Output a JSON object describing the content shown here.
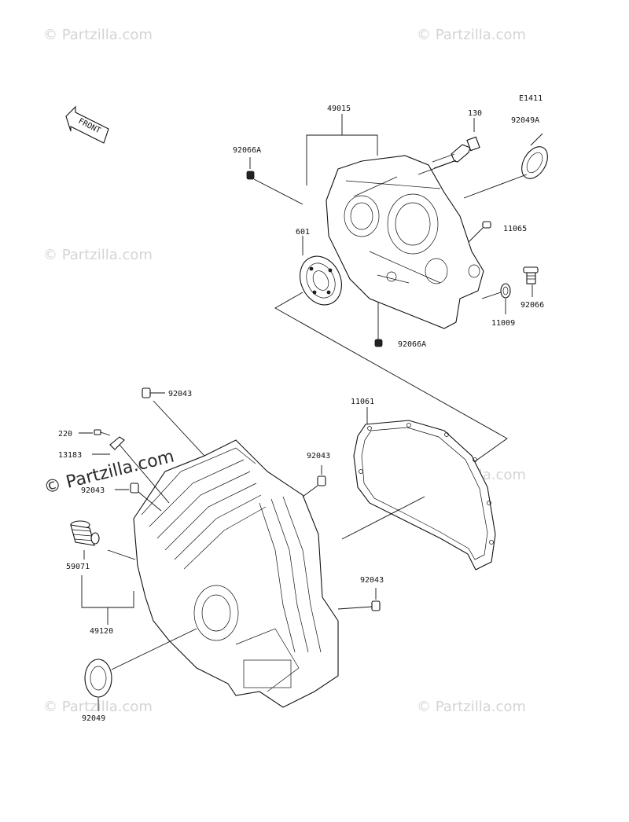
{
  "diagram": {
    "ref_code": "E1411",
    "front_label": "FRONT",
    "watermark": "© Partzilla.com",
    "parts": {
      "p49015": "49015",
      "p130": "130",
      "p92049A": "92049A",
      "p92066A_top": "92066A",
      "p11065": "11065",
      "p601": "601",
      "p92066": "92066",
      "p11009": "11009",
      "p92066A_bot": "92066A",
      "p92043_a": "92043",
      "p11061": "11061",
      "p220": "220",
      "p13183": "13183",
      "p92043_b": "92043",
      "p92043_c": "92043",
      "p92043_d": "92043",
      "p59071": "59071",
      "p49120": "49120",
      "p92049": "92049"
    }
  }
}
